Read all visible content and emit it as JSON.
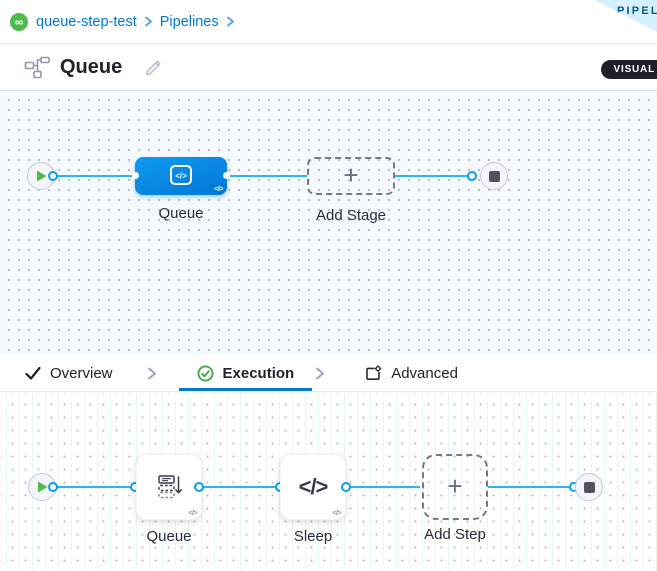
{
  "breadcrumb": {
    "project": "queue-step-test",
    "section": "Pipelines"
  },
  "ribbon": {
    "label": "PIPELINE"
  },
  "header": {
    "title": "Queue",
    "view_toggle_label": "VISUAL"
  },
  "stage_canvas": {
    "stage_label": "Queue",
    "add_stage_label": "Add Stage"
  },
  "tabs": {
    "overview": "Overview",
    "execution": "Execution",
    "advanced": "Advanced"
  },
  "step_canvas": {
    "step1_label": "Queue",
    "step2_label": "Sleep",
    "add_step_label": "Add Step"
  },
  "icons": {
    "logo_glyph": "∞",
    "plus": "+",
    "code_badge": "</>",
    "code_glyph": "</>"
  },
  "colors": {
    "accent_blue": "#0278d5",
    "stage_node_blue": "#0b84e2",
    "connector_blue": "#2bb3f2",
    "success_green": "#42ab45",
    "canvas_top_bg": "#f5fafe",
    "toggle_dark": "#1f1f2c",
    "ribbon_bg": "#d6f1fe"
  }
}
